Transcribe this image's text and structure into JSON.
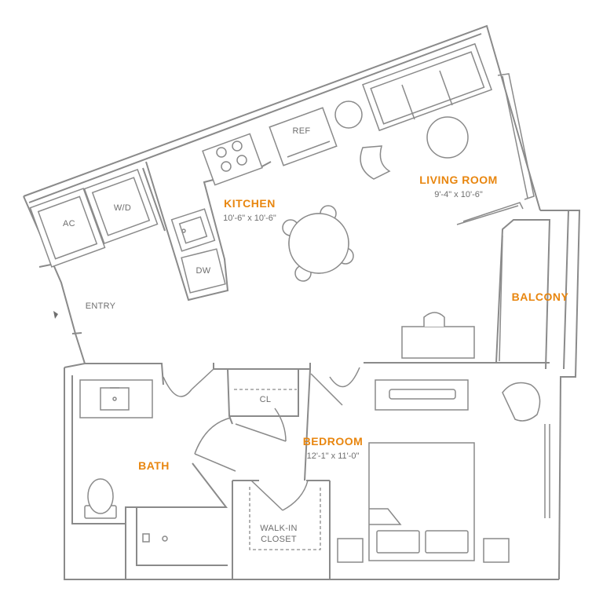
{
  "colors": {
    "room_label": "#e8860f",
    "line": "#8a8a8a",
    "text": "#6e6e6e",
    "background": "#ffffff"
  },
  "rooms": {
    "kitchen": {
      "name": "KITCHEN",
      "dims": "10'-6\" x 10'-6\""
    },
    "living_room": {
      "name": "LIVING ROOM",
      "dims": "9'-4\" x 10'-6\""
    },
    "balcony": {
      "name": "BALCONY"
    },
    "bedroom": {
      "name": "BEDROOM",
      "dims": "12'-1\" x 11'-0\""
    },
    "bath": {
      "name": "BATH"
    },
    "entry": {
      "name": "ENTRY"
    }
  },
  "fixtures": {
    "ac": "AC",
    "washer_dryer": "W/D",
    "refrigerator": "REF",
    "dishwasher": "DW",
    "closet": "CL",
    "walk_in_closet_line1": "WALK-IN",
    "walk_in_closet_line2": "CLOSET"
  },
  "icons": {
    "entry_arrow": "entry-arrow-icon",
    "stove": "stove-icon",
    "sink": "sink-icon",
    "toilet": "toilet-icon",
    "shower": "shower-icon"
  }
}
